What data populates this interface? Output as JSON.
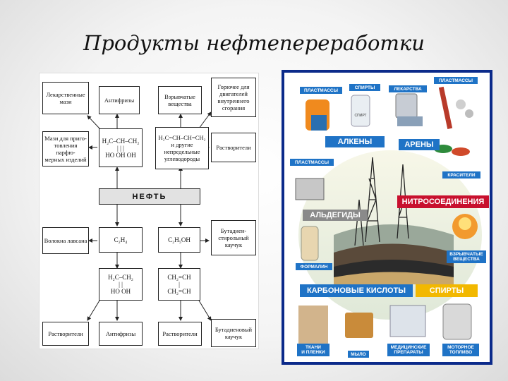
{
  "title": "Продукты нефтепереработки",
  "left_diagram": {
    "center": "НЕФТЬ",
    "boxes": {
      "medicinal_ointments": "Лекарственные\nмази",
      "antifreeze_top": "Антифризы",
      "explosives": "Взрывчатые\nвещества",
      "fuel": "Горючее для\nдвигателей\nвнутреннего\nсгорания",
      "ointment_perfume": "Мази для приго-\nтовления парфю-\nмерных изделий",
      "glycerol": "H₂C–CH–CH₂\n|      |      |\nHO OH OH",
      "butadiene": "H₂C=CH–CH=CH₂\nи другие\nнепредельные\nуглеводороды",
      "solvents_top": "Растворители",
      "lavsan_fiber": "Волокна лавсана",
      "ethylene": "C₂H₄",
      "ethanol": "C₂H₅OH",
      "butadiene_styrene_rubber": "Бутадиен-\nстирольный\nкаучук",
      "ethylene_glycol": "H₂C–CH₂\n|      |\nHO  OH",
      "divinyl": "CH₂=CH\n|\nCH₂=CH",
      "solvents_bottom_left": "Растворители",
      "antifreeze_bottom": "Антифризы",
      "solvents_bottom_mid": "Растворители",
      "butadiene_rubber": "Бутадиеновый\nкаучук"
    }
  },
  "right_poster": {
    "labels": {
      "plastics_1": "ПЛАСТМАССЫ",
      "alcohols_1": "СПИРТЫ",
      "medicines": "ЛЕКАРСТВА",
      "plastics_2": "ПЛАСТМАССЫ",
      "alkenes": "АЛКЕНЫ",
      "arenes": "АРЕНЫ",
      "plastics_3": "ПЛАСТМАССЫ",
      "dyes": "КРАСИТЕЛИ",
      "nitro": "НИТРОСОЕДИНЕНИЯ",
      "aldehydes": "АЛЬДЕГИДЫ",
      "formalin": "ФОРМАЛИН",
      "explosives": "ВЗРЫВЧАТЫЕ\nВЕЩЕСТВА",
      "carboxylic": "КАРБОНОВЫЕ КИСЛОТЫ",
      "alcohols_2": "СПИРТЫ",
      "fabrics": "ТКАНИ\nИ ПЛЕНКИ",
      "soap": "МЫЛО",
      "medical": "МЕДИЦИНСКИЕ\nПРЕПАРАТЫ",
      "motor_fuel": "МОТОРНОЕ\nТОПЛИВО"
    },
    "bottle_label": "СПИРТ"
  },
  "colors": {
    "poster_border": "#0b2a8a",
    "label_blue": "#1f73c6",
    "label_red": "#c8102e",
    "label_yellow": "#f2b800",
    "label_gray": "#8a8a8a"
  }
}
